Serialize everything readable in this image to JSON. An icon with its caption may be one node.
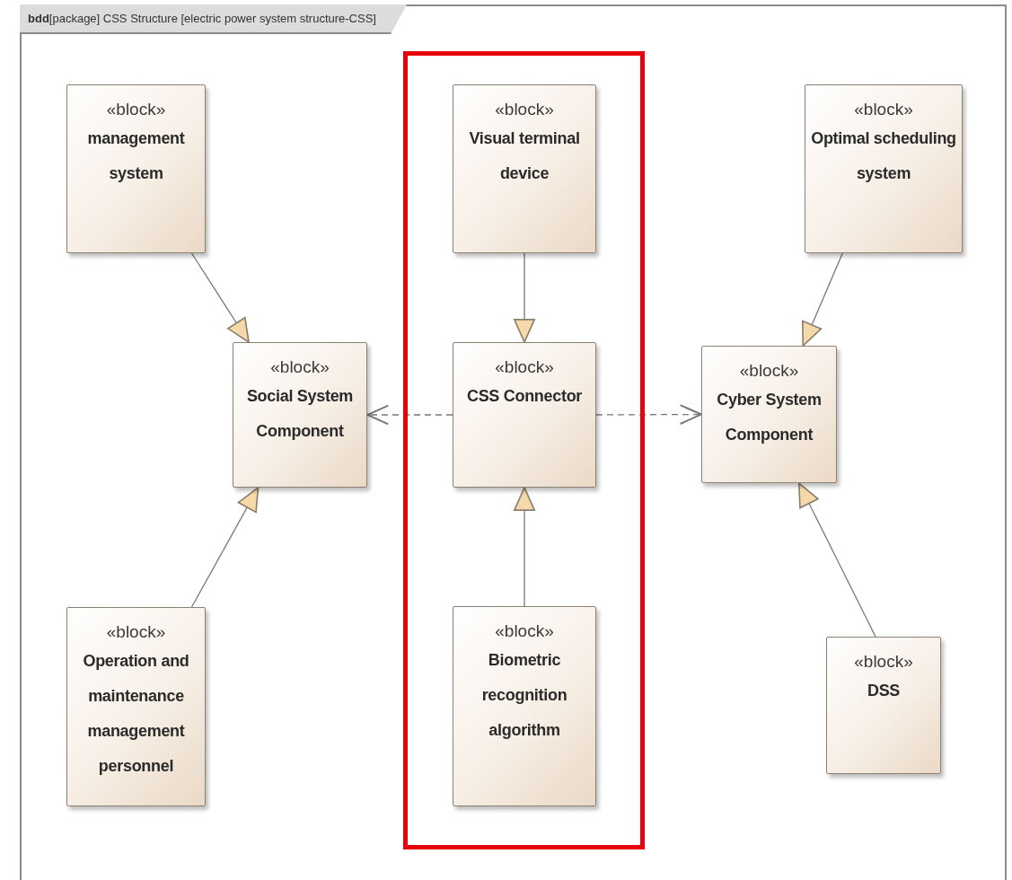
{
  "diagram": {
    "title": "**bdd**[package] CSS Structure [electric power system structure-CSS]",
    "nodes": [
      {
        "text": [
          "«block»",
          "management system"
        ]
      },
      {
        "text": [],
        "shape": "box"
      },
      {
        "text": [
          "«block»",
          "Visual terminal device"
        ],
        "in": 1
      },
      {
        "text": [
          "«block»",
          "Optimal scheduling system"
        ]
      },
      {
        "text": [
          "«block»",
          "Social System Component"
        ]
      },
      {
        "text": [
          "«block»",
          "CSS Connector"
        ],
        "in": 1
      },
      {
        "text": [
          "«block»",
          "Cyber System Component"
        ]
      },
      {
        "text": [
          "«block»",
          "Operation and maintenance management personnel"
        ]
      },
      {
        "text": [
          "«block»",
          "Biometric recognition algorithm"
        ],
        "in": 1
      },
      {
        "text": [
          "«block»",
          "DSS"
        ]
      }
    ],
    "edges": [
      {
        "from": 0,
        "to": 4,
        "arrow": "to"
      },
      {
        "from": 2,
        "to": 5,
        "arrow": "to"
      },
      {
        "from": 3,
        "to": 6,
        "arrow": "to"
      },
      {
        "from": 5,
        "to": 4,
        "arrow": "to",
        "style": "dashed"
      },
      {
        "from": 5,
        "to": 6,
        "arrow": "to",
        "style": "dashed"
      },
      {
        "from": 7,
        "to": 4,
        "arrow": "to"
      },
      {
        "from": 8,
        "to": 5,
        "arrow": "to"
      },
      {
        "from": 9,
        "to": 6,
        "arrow": "to"
      }
    ]
  }
}
